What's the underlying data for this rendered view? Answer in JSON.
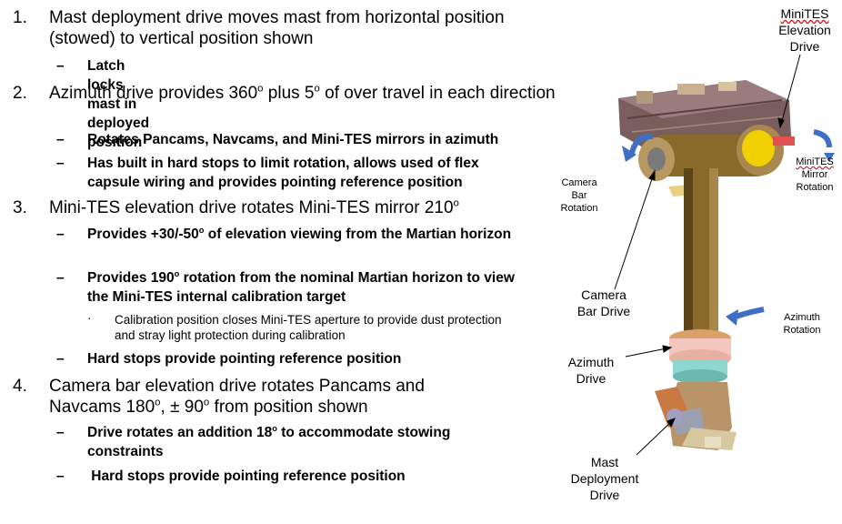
{
  "items": [
    {
      "num": "1.",
      "text": "Mast deployment drive moves mast from horizontal position (stowed) to vertical position shown",
      "subs": [
        {
          "text": "Latch locks mast in deployed position"
        }
      ]
    },
    {
      "num": "2.",
      "text_before": "Azimuth drive provides 360",
      "sup1": "o",
      "text_mid": " plus 5",
      "sup2": "o",
      "text_after": " of over travel in each direction",
      "subs": [
        {
          "text": "Rotates Pancams, Navcams, and Mini-TES mirrors in azimuth"
        },
        {
          "text": "Has built in hard stops to limit rotation, allows used of flex capsule wiring and provides pointing reference position"
        }
      ]
    },
    {
      "num": "3.",
      "text": "Mini-TES elevation drive rotates Mini-TES mirror 210",
      "sup": "o",
      "subs": [
        {
          "before": "Provides +30/-50",
          "sup": "o",
          "after": " of elevation viewing from the Martian horizon"
        },
        {
          "before": "Provides 190",
          "sup": "o",
          "after": " rotation from the nominal Martian horizon to view the Mini-TES internal calibration target"
        },
        {
          "text": "Hard stops provide pointing reference position"
        }
      ],
      "subsub": {
        "bullet": "·",
        "text": "Calibration position closes Mini-TES aperture to provide dust protection and stray light protection during calibration"
      }
    },
    {
      "num": "4.",
      "text_before": "Camera bar elevation drive rotates Pancams and Navcams 180",
      "sup1": "o",
      "text_after": ", ± 90",
      "sup2": "o",
      "text_end": " from position shown",
      "subs": [
        {
          "before": "Drive rotates an addition 18",
          "sup": "o",
          "after": " to accommodate stowing constraints"
        },
        {
          "text": " Hard stops provide pointing reference position"
        }
      ]
    }
  ],
  "dash": "–",
  "labels": {
    "minites_elev": [
      "MiniTES",
      "Elevation",
      "Drive"
    ],
    "minites_mirror": [
      "MiniTES",
      "Mirror",
      "Rotation"
    ],
    "camera_bar_rot": [
      "Camera",
      "Bar",
      "Rotation"
    ],
    "camera_bar_drive": [
      "Camera",
      "Bar Drive"
    ],
    "azimuth_rot": [
      "Azimuth",
      "Rotation"
    ],
    "azimuth_drive": [
      "Azimuth",
      "Drive"
    ],
    "mast_deploy": [
      "Mast",
      "Deployment",
      "Drive"
    ]
  },
  "colors": {
    "mast": "#8a6a2a",
    "mast_dark": "#5a4418",
    "electronics": "#7a5e5e",
    "arrow": "#3f6fc4",
    "yellow": "#f0d000",
    "pink": "#f2c6bf",
    "teal": "#8fd6cf"
  }
}
